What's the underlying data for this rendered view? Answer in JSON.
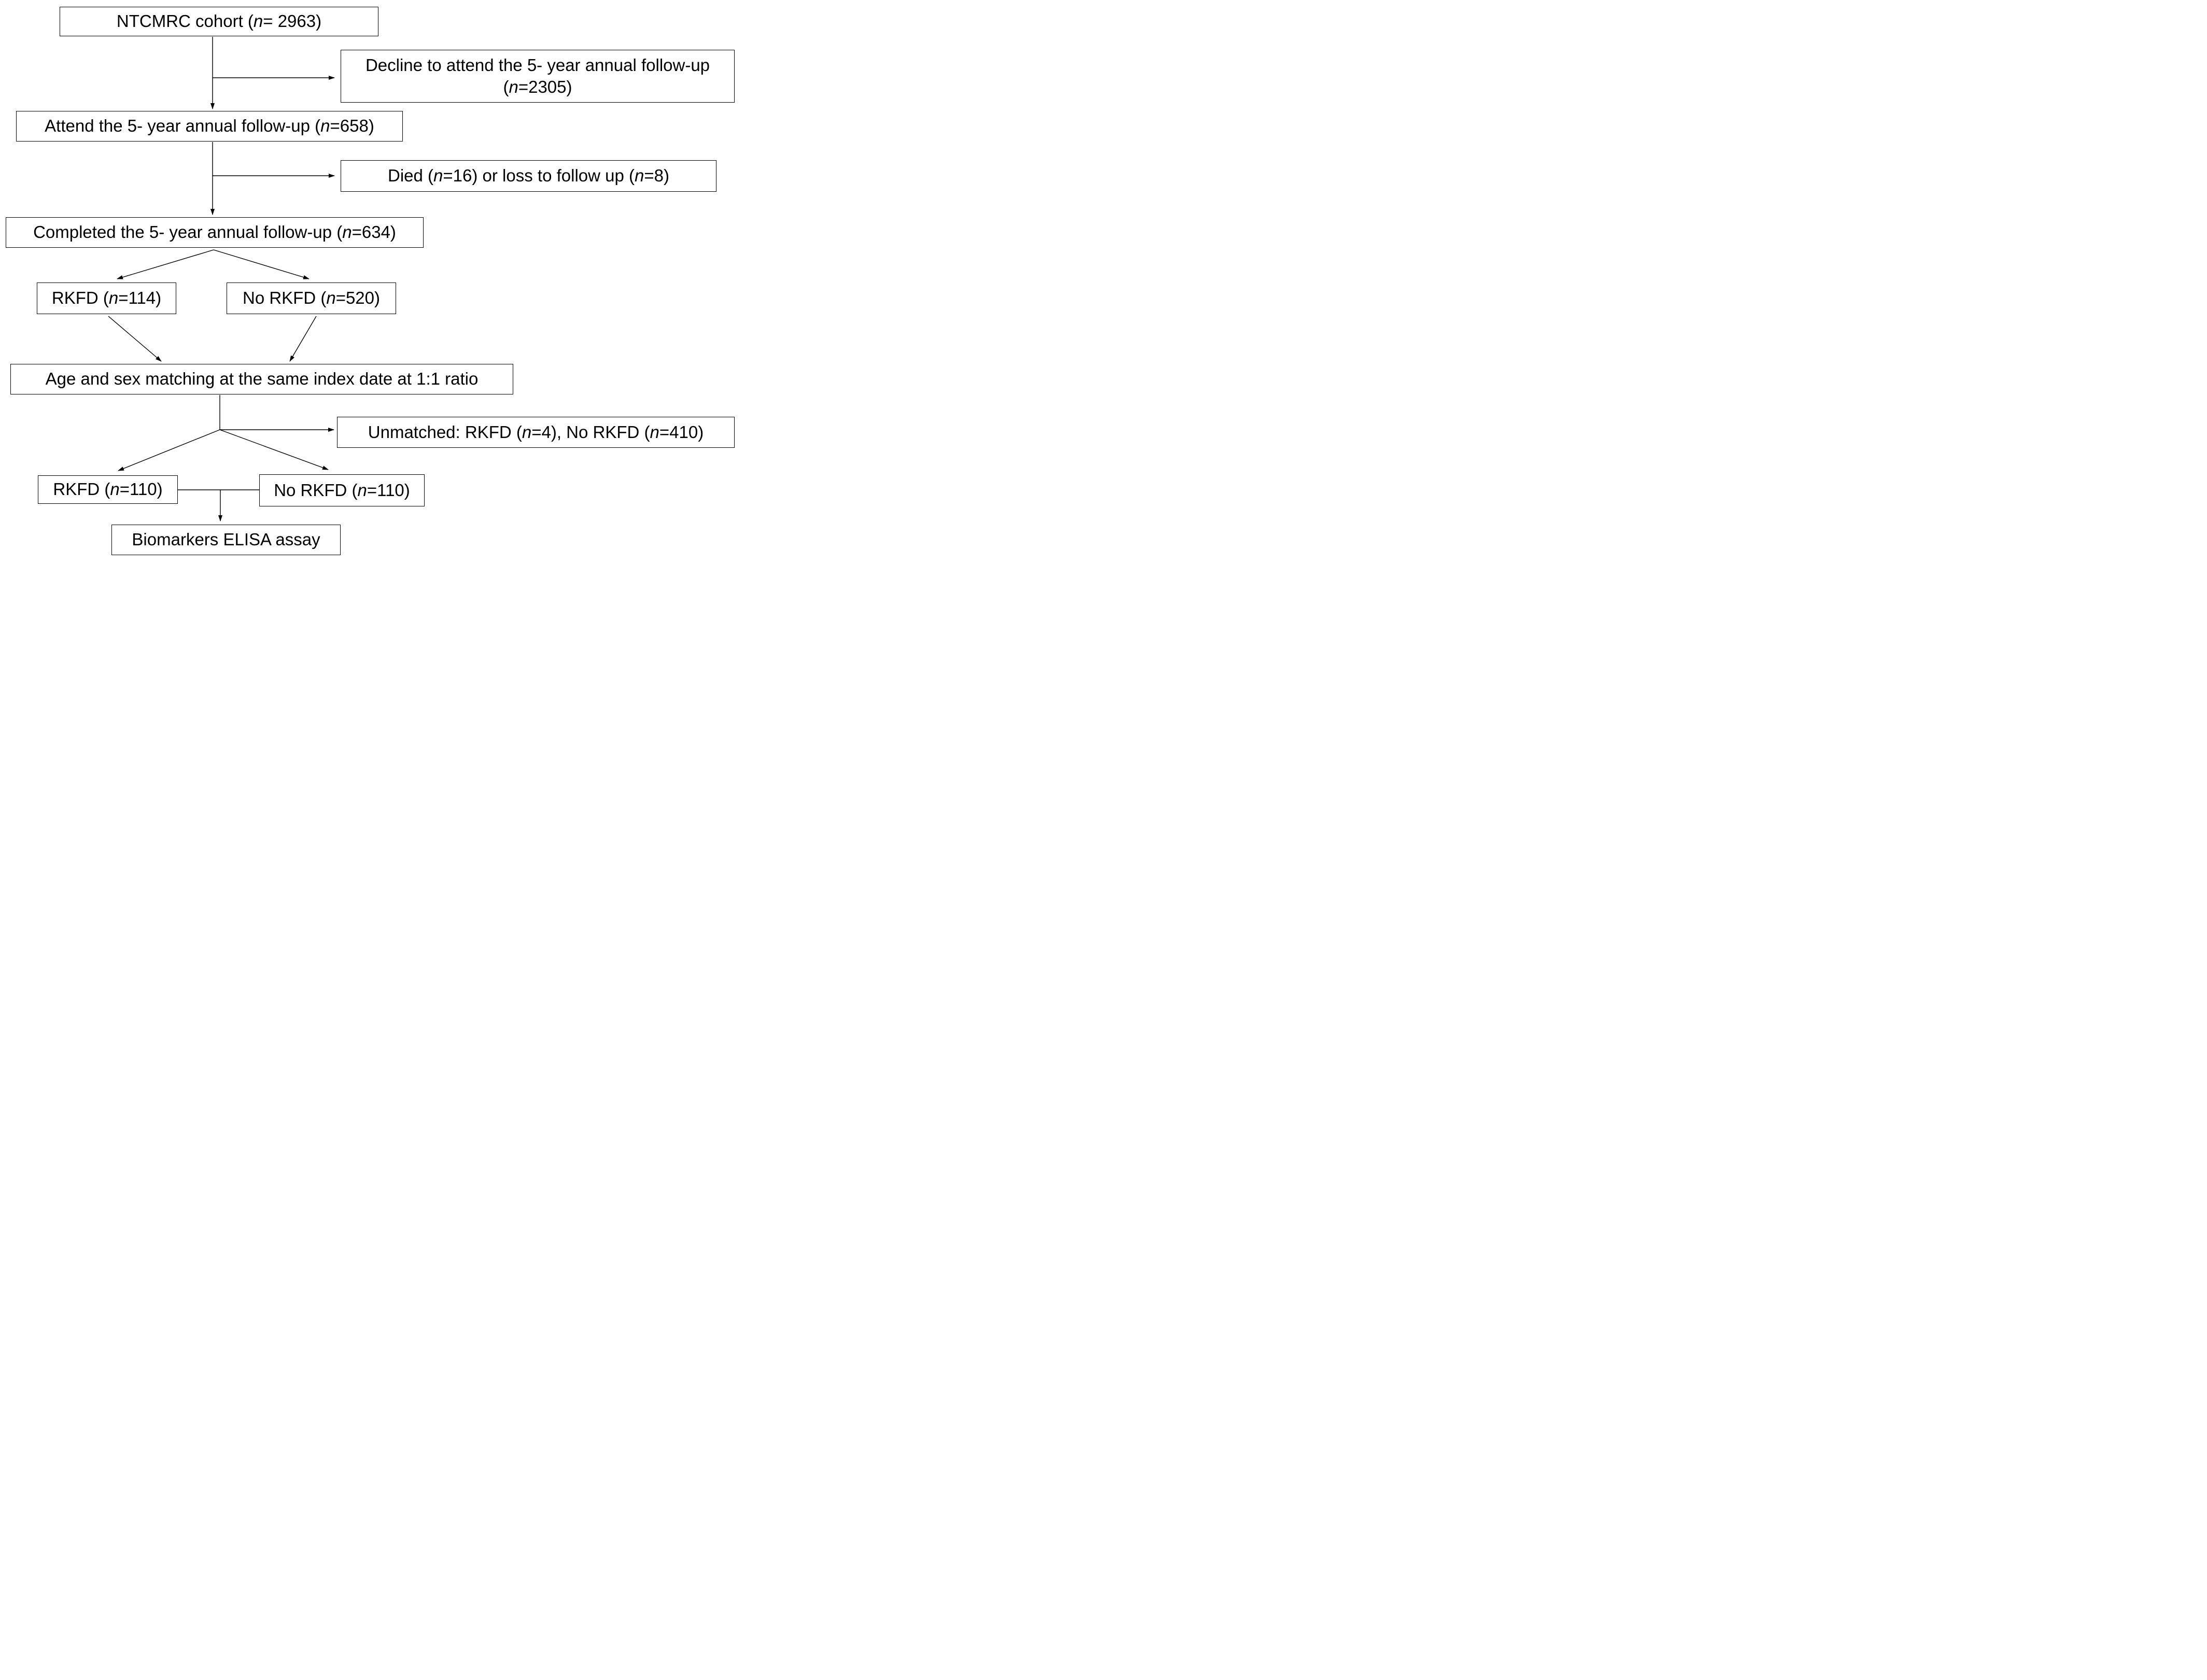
{
  "diagram": {
    "type": "study-flowchart",
    "background": "#ffffff",
    "line_color": "#000000",
    "text_color": "#000000"
  },
  "nodes": {
    "ntcmrc": {
      "p1": "NTCMRC cohort (",
      "n1": "n",
      "p2": "= 2963)"
    },
    "decline": {
      "line1": "Decline to attend the 5- year annual follow-up",
      "p2": "(",
      "n2": "n",
      "p3": "=2305)"
    },
    "attend": {
      "p1": "Attend the 5- year annual follow-up (",
      "n1": "n",
      "p2": "=658)"
    },
    "died": {
      "p1": "Died (",
      "n1": "n",
      "p2": "=16) or loss to follow up (",
      "n2": "n",
      "p3": "=8)"
    },
    "completed": {
      "p1": "Completed the 5- year annual follow-up (",
      "n1": "n",
      "p2": "=634)"
    },
    "rkfd114": {
      "p1": "RKFD (",
      "n1": "n",
      "p2": "=114)"
    },
    "norkfd520": {
      "p1": "No RKFD (",
      "n1": "n",
      "p2": "=520)"
    },
    "matching": {
      "p1": "Age and sex matching at the same index date at 1:1 ratio"
    },
    "unmatched": {
      "p1": "Unmatched: RKFD (",
      "n1": "n",
      "p2": "=4), No RKFD (",
      "n2": "n",
      "p3": "=410)"
    },
    "rkfd110": {
      "p1": "RKFD (",
      "n1": "n",
      "p2": "=110)"
    },
    "norkfd110": {
      "p1": "No RKFD (",
      "n1": "n",
      "p2": "=110)"
    },
    "biomarkers": {
      "p1": "Biomarkers ELISA assay"
    }
  }
}
